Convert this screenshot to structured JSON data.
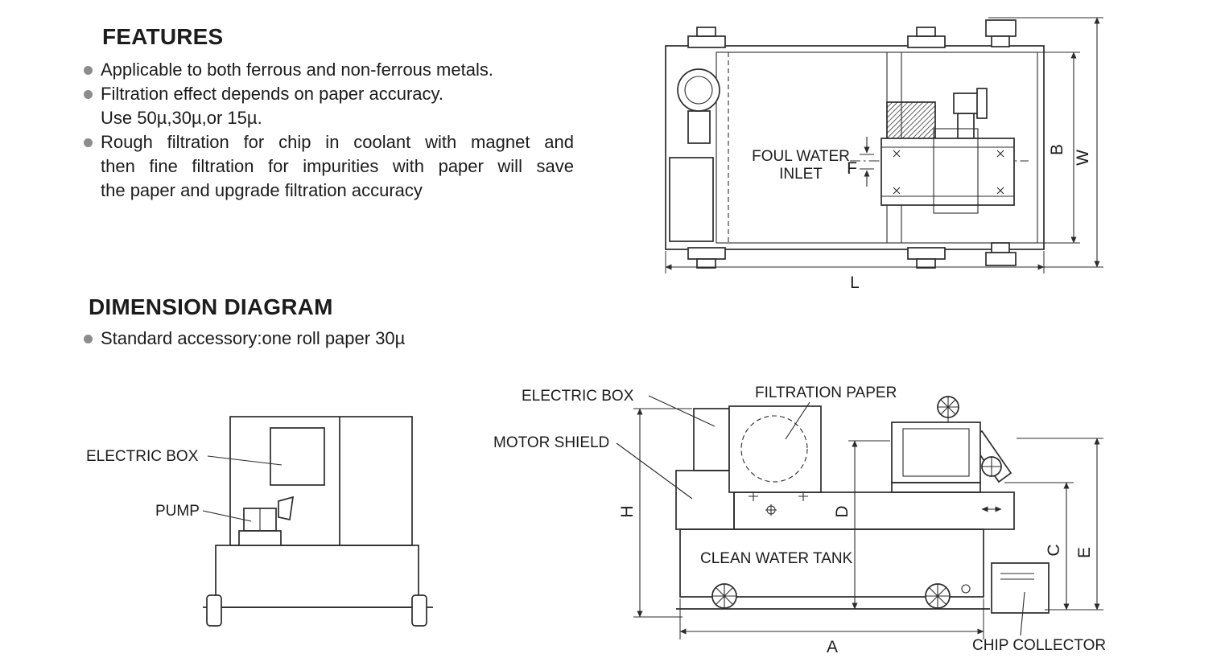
{
  "colors": {
    "ink": "#1c1c1c",
    "line": "#2b2b2b",
    "bullet": "#8c8c8c",
    "background": "#ffffff"
  },
  "features": {
    "title": "FEATURES",
    "bullet1": "Applicable to both ferrous and non-ferrous metals.",
    "bullet2_line1": "Filtration effect depends on paper accuracy.",
    "bullet2_line2": "Use 50µ,30µ,or 15µ.",
    "bullet3_line1": "Rough filtration for chip in coolant with magnet and",
    "bullet3_line2": "then fine filtration for impurities with paper will save",
    "bullet3_line3": "the paper and upgrade filtration accuracy"
  },
  "dimension_diagram": {
    "title": "DIMENSION DIAGRAM",
    "bullet1": "Standard accessory:one roll paper 30µ"
  },
  "top_view": {
    "foul_water_inlet_line1": "FOUL WATER",
    "foul_water_inlet_line2": "INLET",
    "dim_f": "F",
    "dim_b": "B",
    "dim_w": "W",
    "dim_l": "L"
  },
  "pump_view": {
    "electric_box_label": "ELECTRIC BOX",
    "pump_label": "PUMP"
  },
  "side_view": {
    "electric_box_label": "ELECTRIC BOX",
    "filtration_paper_label": "FILTRATION PAPER",
    "motor_shield_label": "MOTOR SHIELD",
    "clean_water_tank_label": "CLEAN WATER TANK",
    "chip_collector_label": "CHIP COLLECTOR",
    "dim_h": "H",
    "dim_d": "D",
    "dim_c": "C",
    "dim_e": "E",
    "dim_a": "A"
  }
}
